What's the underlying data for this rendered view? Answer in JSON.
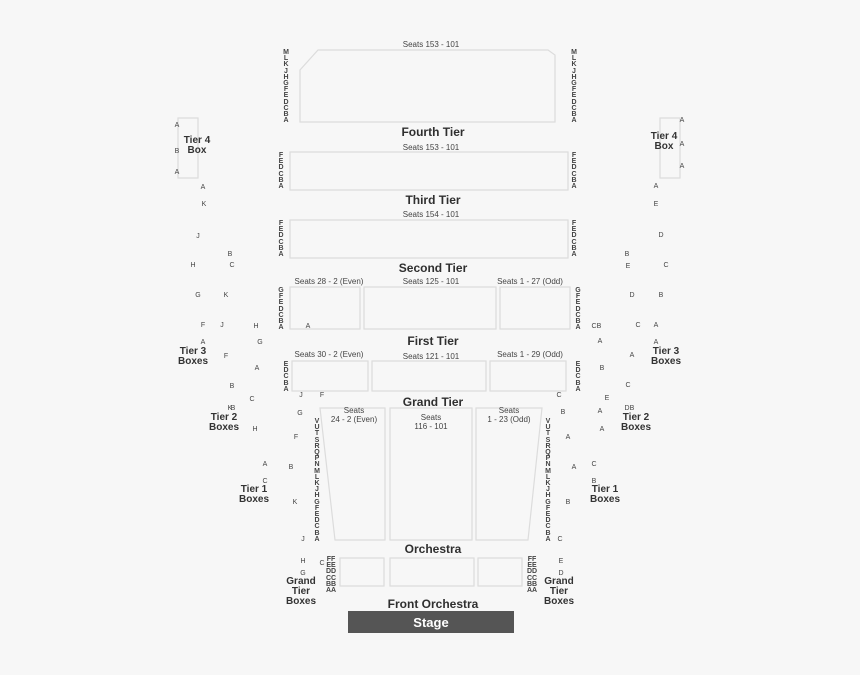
{
  "sections": {
    "fourth_tier": "Fourth Tier",
    "third_tier": "Third Tier",
    "second_tier": "Second Tier",
    "first_tier": "First Tier",
    "grand_tier": "Grand Tier",
    "orchestra": "Orchestra",
    "front_orchestra": "Front Orchestra",
    "stage": "Stage"
  },
  "seat_ranges": {
    "fourth_tier": "Seats 153 - 101",
    "third_tier": "Seats 153 - 101",
    "second_tier": "Seats 154 - 101",
    "first_tier_left": "Seats 28 - 2 (Even)",
    "first_tier_center": "Seats 125 - 101",
    "first_tier_right": "Seats 1 - 27 (Odd)",
    "grand_tier_left": "Seats 30 - 2 (Even)",
    "grand_tier_center": "Seats 121 - 101",
    "grand_tier_right": "Seats 1 - 29 (Odd)",
    "orch_left_1": "Seats",
    "orch_left_2": "24 - 2 (Even)",
    "orch_center_1": "Seats",
    "orch_center_2": "116 - 101",
    "orch_right_1": "Seats",
    "orch_right_2": "1 - 23 (Odd)"
  },
  "row_columns": {
    "fourth_tier": "MLKJHGFEDCBA",
    "third_tier": "FEDCBA",
    "second_tier": "FEDCBA",
    "first_tier": "GFEDCBA",
    "grand_tier": "EDCBA",
    "orchestra": "VUTSRQPNMLKJHGFEDCBA",
    "front_orchestra": [
      "FF",
      "EE",
      "DD",
      "CC",
      "BB",
      "AA"
    ]
  },
  "boxes": {
    "tier4_left": [
      "Tier 4",
      "Box"
    ],
    "tier4_right": [
      "Tier 4",
      "Box"
    ],
    "tier3_left": [
      "Tier 3",
      "Boxes"
    ],
    "tier3_right": [
      "Tier 3",
      "Boxes"
    ],
    "tier2_left": [
      "Tier 2",
      "Boxes"
    ],
    "tier2_right": [
      "Tier 2",
      "Boxes"
    ],
    "tier1_left": [
      "Tier 1",
      "Boxes"
    ],
    "tier1_right": [
      "Tier 1",
      "Boxes"
    ],
    "grand_left": [
      "Grand",
      "Tier",
      "Boxes"
    ],
    "grand_right": [
      "Grand",
      "Tier",
      "Boxes"
    ]
  },
  "box_letters": {
    "left": [
      "A",
      "B",
      "A",
      "A",
      "K",
      "J",
      "H",
      "G",
      "F",
      "A",
      "B",
      "C",
      "K",
      "J",
      "H",
      "G",
      "F",
      "A",
      "B",
      "C",
      "K",
      "J",
      "H",
      "G",
      "F",
      "A",
      "B",
      "C",
      "K",
      "J",
      "H",
      "G",
      "F",
      "A",
      "B",
      "C"
    ],
    "right": [
      "A",
      "A",
      "A",
      "A",
      "E",
      "D",
      "C",
      "B",
      "A",
      "A",
      "B",
      "E",
      "D",
      "C",
      "B",
      "A",
      "A",
      "B",
      "C",
      "E",
      "D",
      "C",
      "B",
      "A",
      "A",
      "B",
      "C",
      "E",
      "D",
      "C",
      "B",
      "A",
      "A",
      "B",
      "C"
    ]
  }
}
